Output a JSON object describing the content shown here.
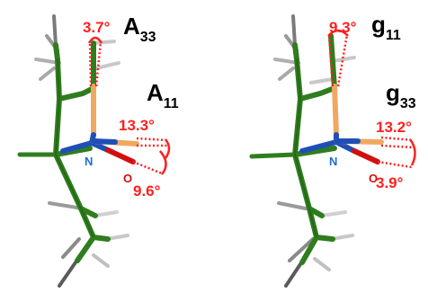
{
  "colors": {
    "carbon": "#2f7d1e",
    "carbon_dark": "#1f5a12",
    "hydrogen": "#cfcfcf",
    "hydrogen_dark": "#6e6e6e",
    "nitrogen": "#1f4fb5",
    "oxygen": "#d01010",
    "nh_bond": "#f0a860",
    "angle_red": "#ff2020"
  },
  "panels": [
    {
      "tensor_top": {
        "base": "A",
        "sub": "33"
      },
      "tensor_side": {
        "base": "A",
        "sub": "11"
      },
      "angle_top": "3.7°",
      "angle_side_upper": "13.3°",
      "angle_side_lower": "9.6°",
      "atom_n": "N",
      "atom_o": "O"
    },
    {
      "tensor_top": {
        "base": "g",
        "sub": "11"
      },
      "tensor_side": {
        "base": "g",
        "sub": "33"
      },
      "angle_top": "9.3°",
      "angle_side_upper": "13.2°",
      "angle_side_lower": "3.9°",
      "atom_n": "N",
      "atom_o": "O"
    }
  ]
}
